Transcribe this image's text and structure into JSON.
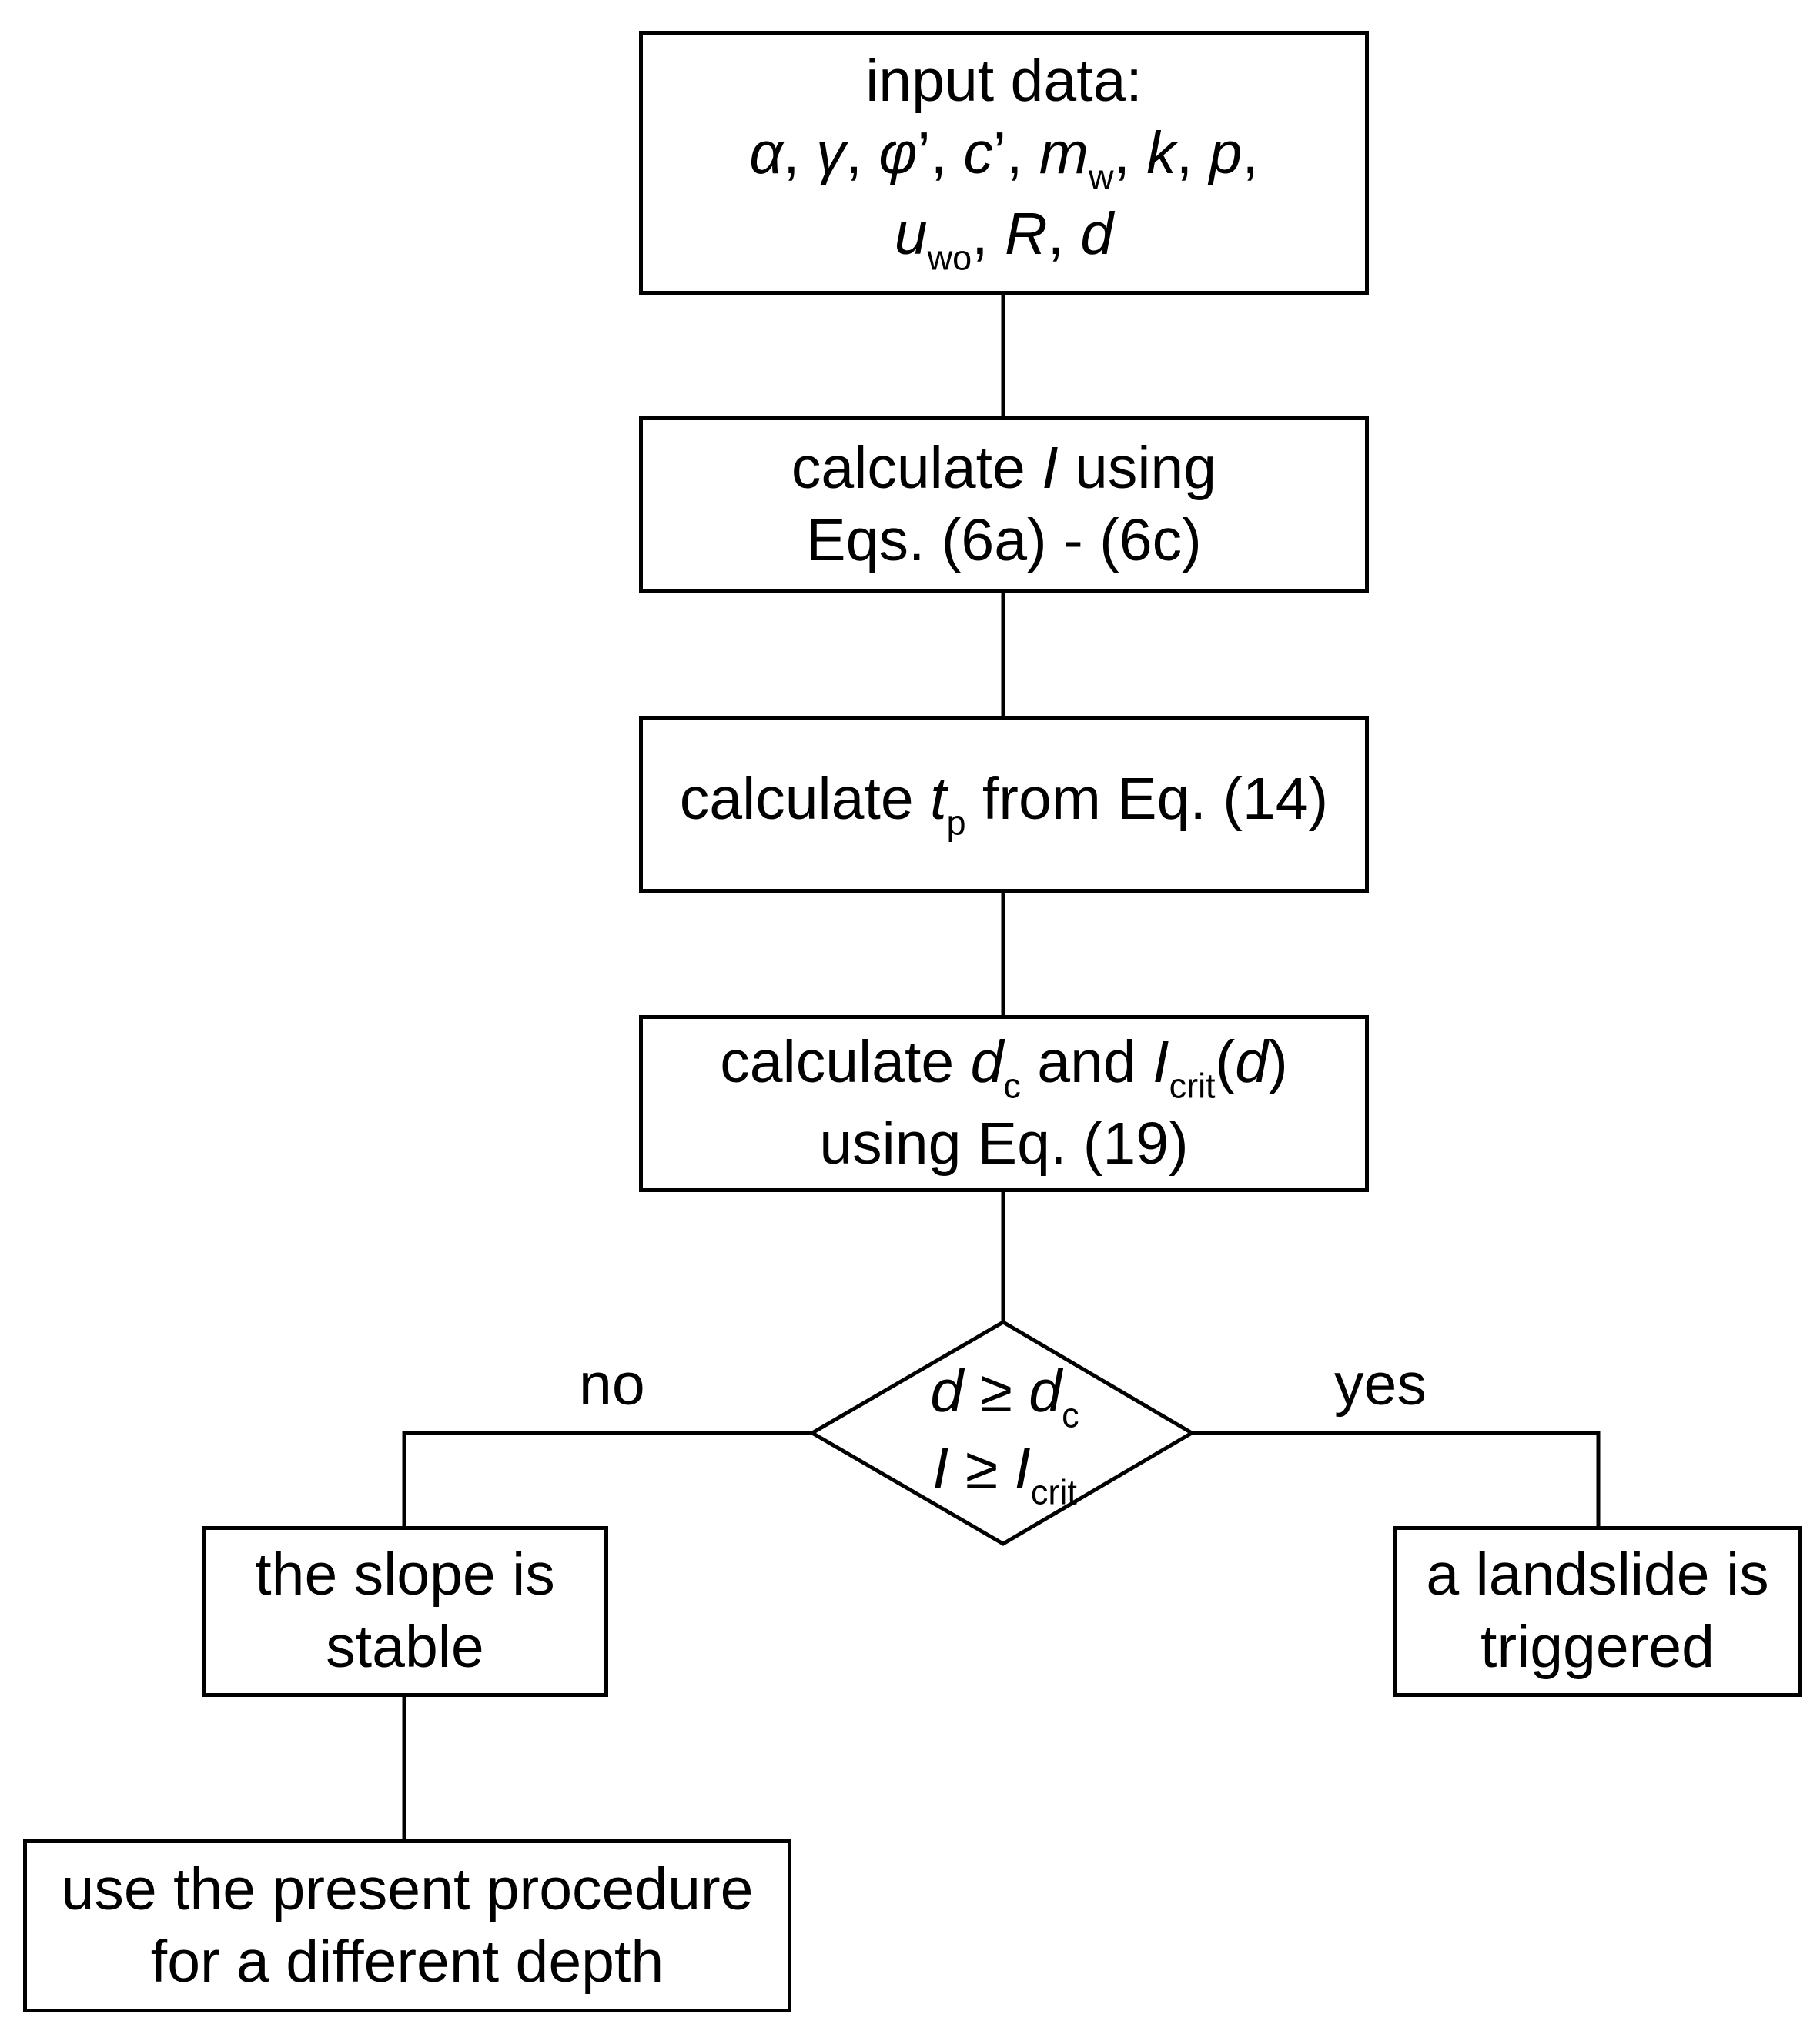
{
  "input_box": {
    "title": "input data:",
    "line2": [
      "α",
      ", ",
      "γ",
      ", ",
      "φ",
      "’, ",
      "c",
      "’, ",
      "m",
      "w",
      ", ",
      "k",
      ", ",
      "p",
      ","
    ],
    "line3": [
      "u",
      "wo",
      ", ",
      "R",
      ", ",
      "d"
    ]
  },
  "step_I": {
    "prefix": "calculate ",
    "var": "I",
    "suffix": " using",
    "line2": "Eqs. (6a) - (6c)"
  },
  "step_tp": {
    "prefix": "calculate ",
    "var": "t",
    "sub": "p",
    "suffix": " from Eq. (14)"
  },
  "step_dc": {
    "prefix": "calculate ",
    "var1": "d",
    "sub1": "c",
    "mid": " and ",
    "var2": "I",
    "sub2": "crit",
    "paren_open": "(",
    "var3": "d",
    "paren_close": ")",
    "line2": "using Eq. (19)"
  },
  "decision": {
    "l1_var": "d",
    "l1_op": " ≥ ",
    "l1_var2": "d",
    "l1_sub": "c",
    "l2_var": "I",
    "l2_op": " ≥ ",
    "l2_var2": "I",
    "l2_sub": "crit"
  },
  "branch": {
    "no": "no",
    "yes": "yes"
  },
  "stable_box": {
    "line1": "the slope is",
    "line2": "stable"
  },
  "landslide_box": {
    "line1": "a landslide is",
    "line2": "triggered"
  },
  "repeat_box": {
    "line1": "use the present procedure",
    "line2": "for a different depth"
  }
}
